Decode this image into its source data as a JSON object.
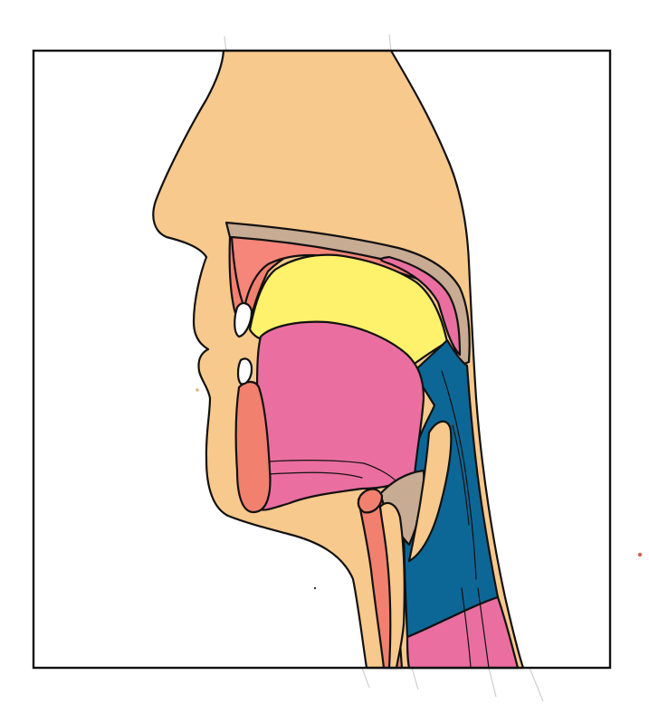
{
  "diagram": {
    "type": "anatomical cross-section",
    "subject": "head-and-neck-sagittal-section",
    "labels": []
  },
  "colors": {
    "background": "#ffffff",
    "frame": "#111111",
    "skin": "#f8c98c",
    "lip": "#f2806f",
    "palate": "#f6857a",
    "palate_band": "#c8ab93",
    "oral_cavity": "#fef16b",
    "tongue": "#ea6fa0",
    "nasopharynx": "#ea6fa0",
    "pharynx": "#0d6796",
    "epiglottis": "#c8ab93",
    "larynx": "#f2806f",
    "esophagus": "#ea6fa0",
    "teeth": "#ffffff"
  },
  "icons": {
    "frame": "frame-border",
    "teeth": "tooth-shape"
  }
}
